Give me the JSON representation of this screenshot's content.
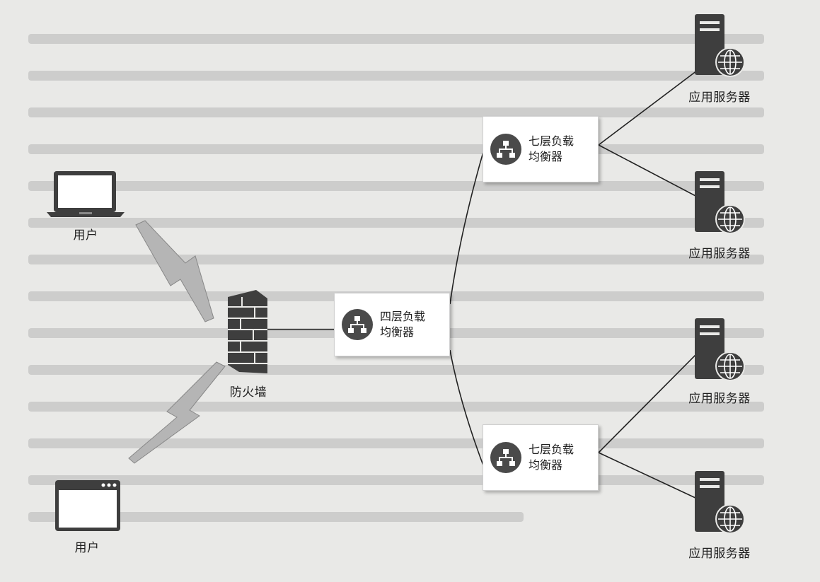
{
  "nodes": {
    "user_laptop": {
      "label": "用户"
    },
    "user_browser": {
      "label": "用户"
    },
    "firewall": {
      "label": "防火墙"
    },
    "l4_balancer": {
      "line1": "四层负载",
      "line2": "均衡器"
    },
    "l7_balancer_top": {
      "line1": "七层负载",
      "line2": "均衡器"
    },
    "l7_balancer_bottom": {
      "line1": "七层负载",
      "line2": "均衡器"
    },
    "servers": [
      {
        "label": "应用服务器"
      },
      {
        "label": "应用服务器"
      },
      {
        "label": "应用服务器"
      },
      {
        "label": "应用服务器"
      }
    ]
  },
  "colors": {
    "background": "#e9e9e7",
    "icon_dark": "#4a4a4a",
    "lightning": "#b5b5b5",
    "connector": "#222222"
  }
}
